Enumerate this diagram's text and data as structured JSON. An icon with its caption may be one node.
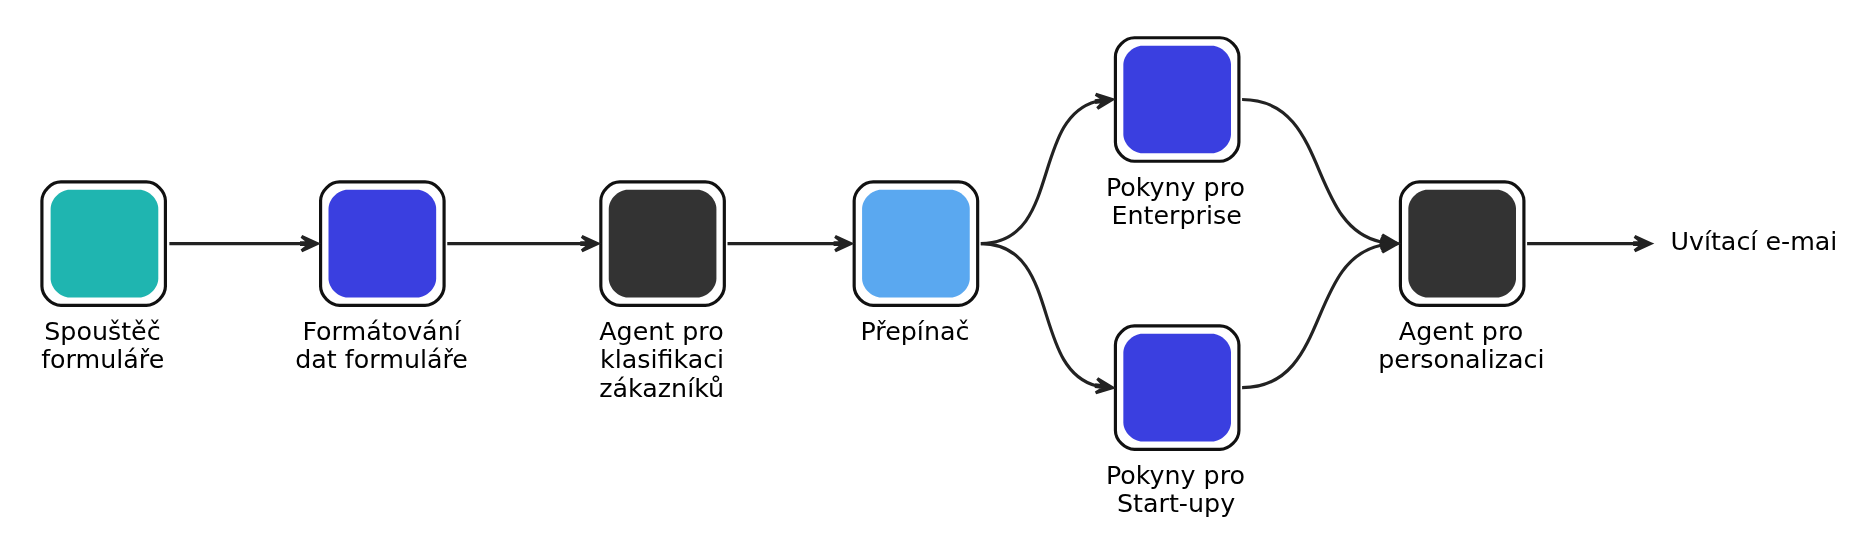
{
  "diagram": {
    "nodes": [
      {
        "text": [
          "Spouštěč formuláře"
        ]
      },
      {
        "text": [
          "Formátování dat formuláře"
        ]
      },
      {
        "text": [
          "Agent pro klasifikaci zákazníků"
        ]
      },
      {
        "text": [
          "Přepínač"
        ]
      },
      {
        "text": [
          "Pokyny pro Enterprise"
        ]
      },
      {
        "text": [
          "Pokyny pro Start-upy"
        ]
      },
      {
        "text": [
          "Agent pro personalizaci"
        ]
      },
      {
        "text": [
          "Uvítací e-mai"
        ]
      }
    ],
    "edges": [
      {
        "from": 0,
        "to": 1,
        "arrow": "to"
      },
      {
        "from": 1,
        "to": 2,
        "arrow": "to"
      },
      {
        "from": 2,
        "to": 3,
        "arrow": "to"
      },
      {
        "from": 3,
        "to": 4,
        "arrow": "to"
      },
      {
        "from": 3,
        "to": 5,
        "arrow": "to"
      },
      {
        "from": 4,
        "to": 6,
        "arrow": "to"
      },
      {
        "from": 5,
        "to": 6,
        "arrow": "to"
      },
      {
        "from": 6,
        "to": 7,
        "arrow": "to"
      }
    ]
  }
}
